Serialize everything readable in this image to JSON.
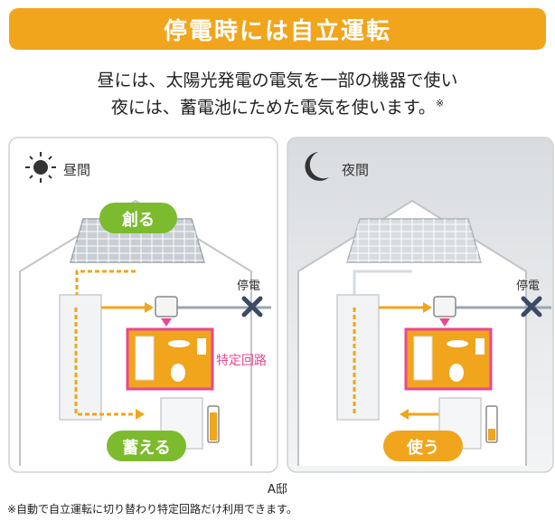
{
  "banner": {
    "title": "停電時には自立運転"
  },
  "intro": {
    "line1": "昼には、太陽光発電の電気を一部の機器で使い",
    "line2": "夜には、蓄電池にためた電気を使います。",
    "mark": "※"
  },
  "day_panel": {
    "title": "昼間",
    "top_pill": "創る",
    "bottom_pill": "蓄える",
    "outage_label": "停電",
    "circuit_label": "特定回路"
  },
  "night_panel": {
    "title": "夜間",
    "bottom_pill": "使う",
    "outage_label": "停電"
  },
  "caption": "A邸",
  "footnote": "※自動で自立運転に切り替わり特定回路だけ利用できます。",
  "colors": {
    "orange": "#f0a51c",
    "green": "#7cbb2e",
    "pink": "#e8488f",
    "night_bg": "#e6e8ea",
    "line_blue": "#8c99a6"
  }
}
